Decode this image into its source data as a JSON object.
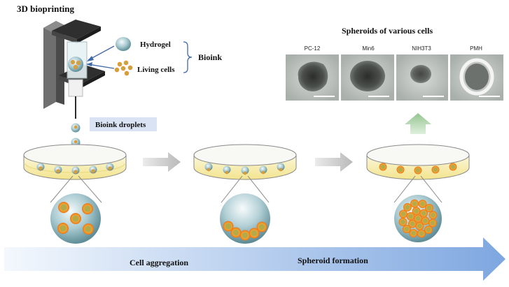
{
  "title": "3D bioprinting",
  "legend": {
    "hydrogel": "Hydrogel",
    "cells": "Living cells",
    "bioink": "Bioink"
  },
  "droplets_label": "Bioink droplets",
  "spheroids": {
    "title": "Spheroids of various cells",
    "cells": [
      "PC-12",
      "Min6",
      "NIH3T3",
      "PMH"
    ]
  },
  "stages": {
    "aggregation": "Cell aggregation",
    "formation": "Spheroid formation"
  },
  "colors": {
    "hydrogel": "#8fb6bf",
    "cell_outer": "#f08a1c",
    "cell_inner": "#a9a246",
    "dish_fill": "#f7efb0",
    "arrow_start": "#f4f8fd",
    "arrow_end": "#7ea7e0",
    "up_arrow": "#a8cfa4"
  }
}
